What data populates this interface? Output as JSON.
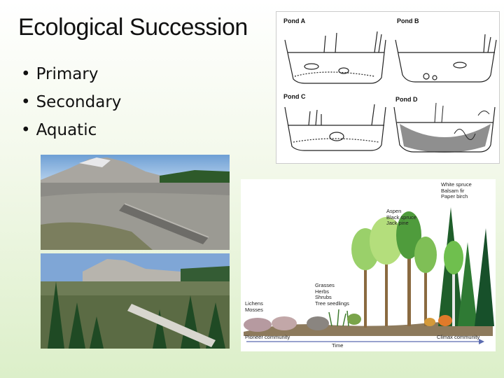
{
  "slide": {
    "title": "Ecological Succession",
    "bullets": [
      "Primary",
      "Secondary",
      "Aquatic"
    ]
  },
  "pond_diagram": {
    "labels": [
      "Pond A",
      "Pond B",
      "Pond C",
      "Pond D"
    ]
  },
  "succession_diagram": {
    "labels": {
      "climax_trees": "White spruce\nBalsam fir\nPaper birch",
      "mid_trees": "Aspen\nBlack spruce\nJack pine",
      "shrubs": "Grasses\nHerbs\nShrubs\nTree seedlings",
      "lichens": "Lichens\nMosses",
      "pioneer": "Pioneer community",
      "time": "Time",
      "climax": "Climax community"
    }
  },
  "colors": {
    "background_top": "#ffffff",
    "background_bottom": "#dcefc9"
  }
}
